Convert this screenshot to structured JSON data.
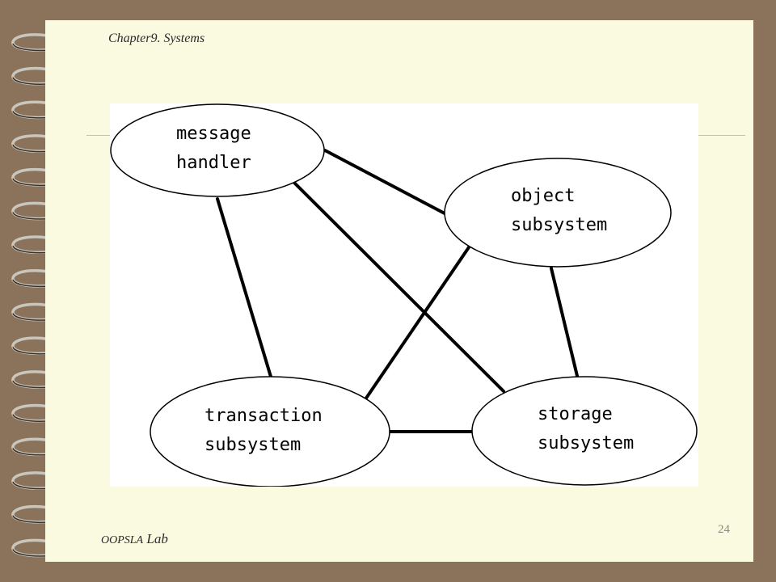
{
  "header": {
    "chapter_title": "Chapter9. Systems"
  },
  "footer": {
    "lab_prefix": "OOPSLA",
    "lab_suffix": " Lab",
    "page_number": "24"
  },
  "diagram": {
    "nodes": {
      "message_handler": {
        "line1": "message",
        "line2": "handler"
      },
      "object_subsystem": {
        "line1": "object",
        "line2": "subsystem"
      },
      "transaction_subsystem": {
        "line1": "transaction",
        "line2": "subsystem"
      },
      "storage_subsystem": {
        "line1": "storage",
        "line2": "subsystem"
      }
    },
    "edges": [
      {
        "from": "message_handler",
        "to": "object_subsystem"
      },
      {
        "from": "message_handler",
        "to": "transaction_subsystem"
      },
      {
        "from": "message_handler",
        "to": "storage_subsystem"
      },
      {
        "from": "object_subsystem",
        "to": "transaction_subsystem"
      },
      {
        "from": "object_subsystem",
        "to": "storage_subsystem"
      },
      {
        "from": "transaction_subsystem",
        "to": "storage_subsystem"
      }
    ]
  },
  "colors": {
    "frame": "#8b735b",
    "page": "#fafae1",
    "diagram_bg": "#ffffff",
    "ink": "#000000"
  },
  "icons": {
    "binding": "spiral-binding-icon"
  }
}
